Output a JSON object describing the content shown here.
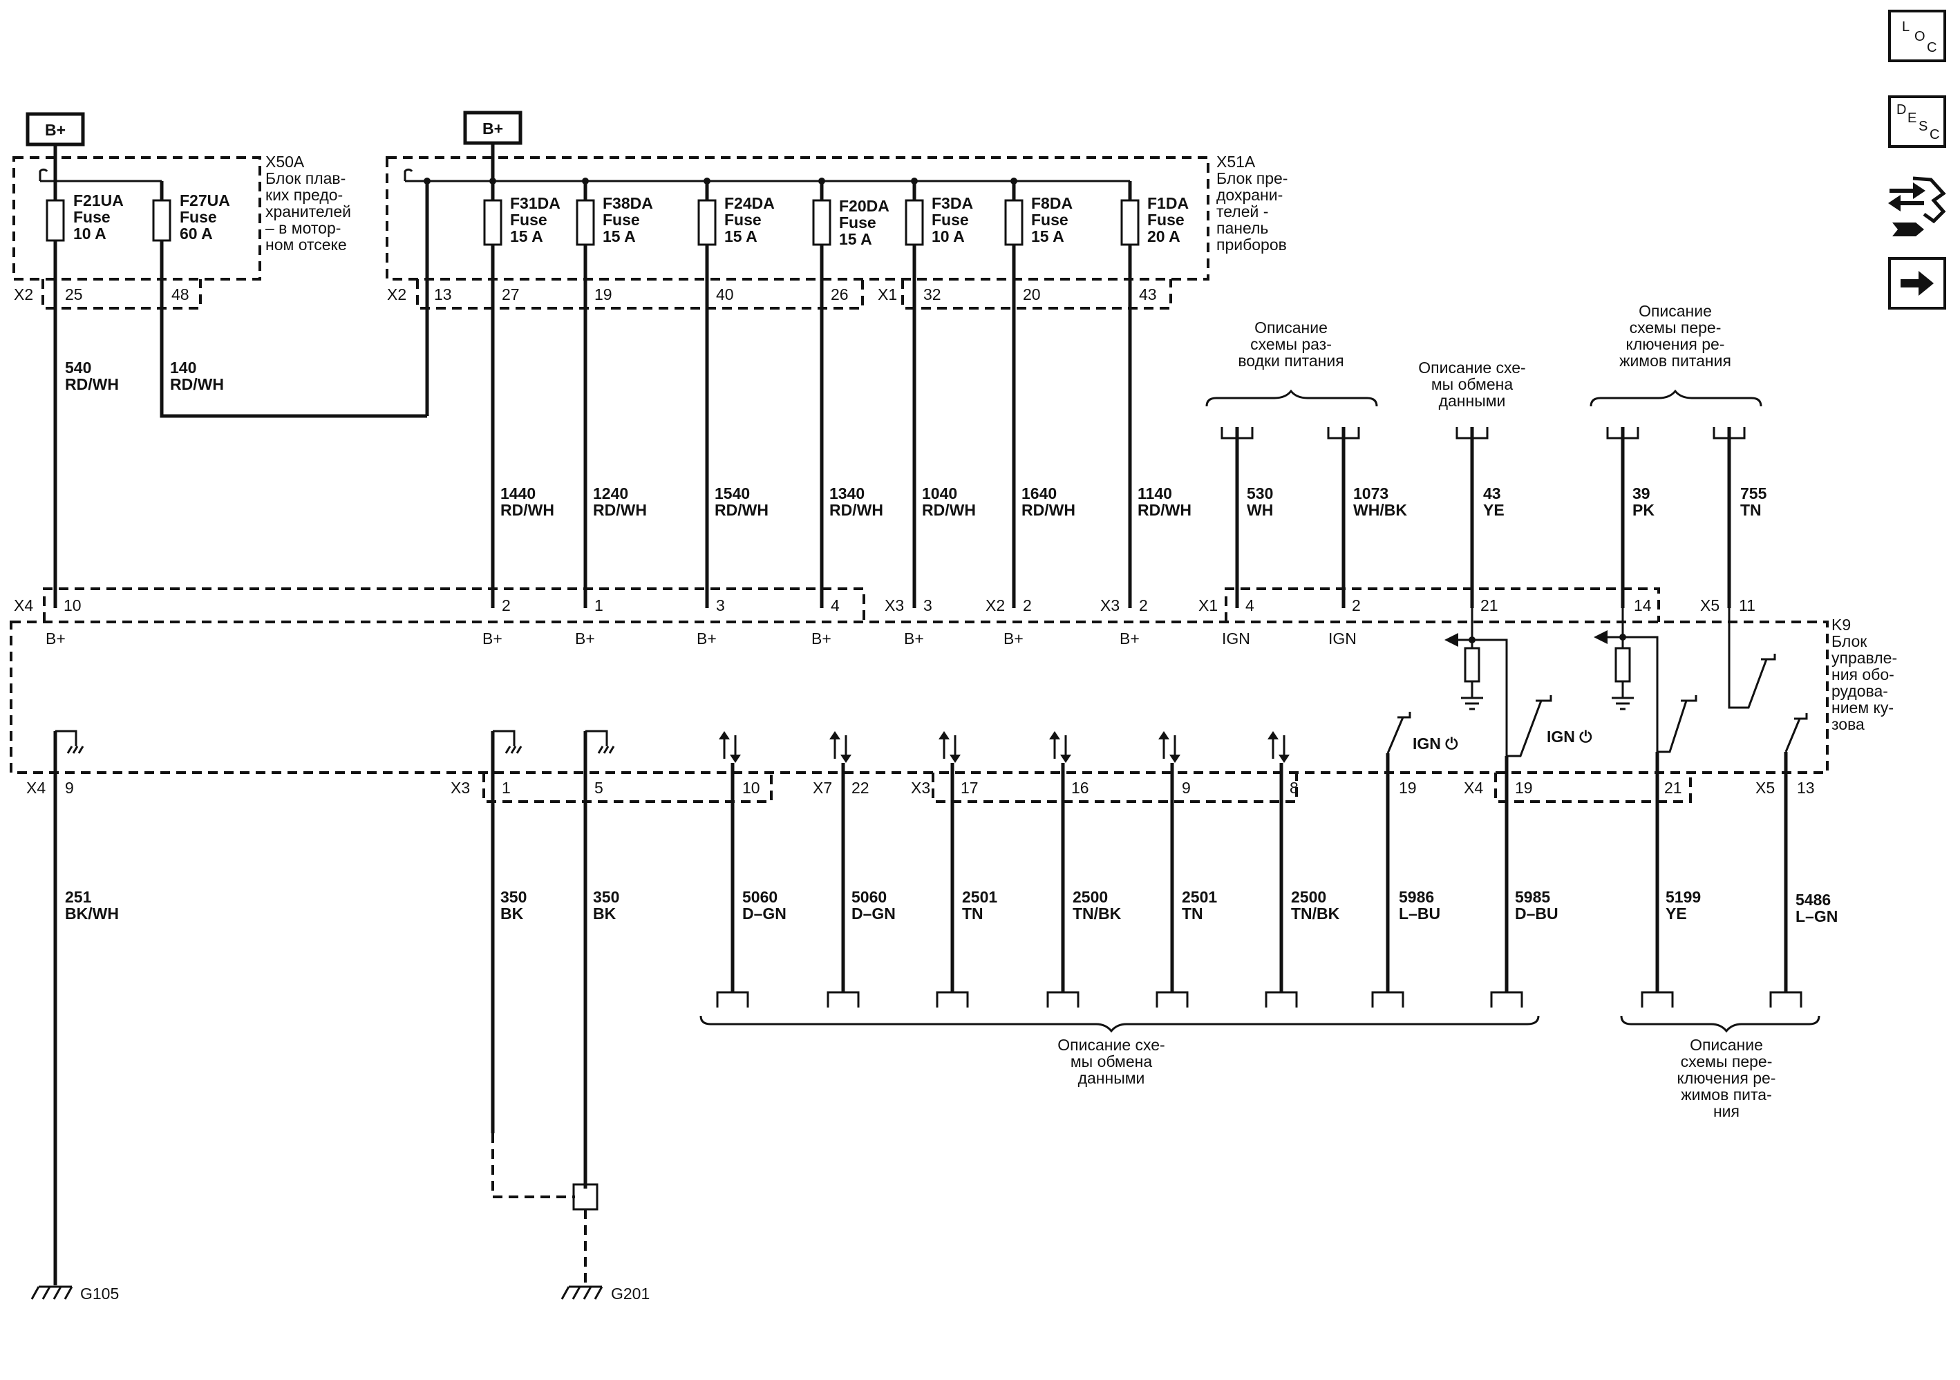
{
  "nav": {
    "loc": {
      "l1": "L",
      "l2": "O",
      "l3": "C"
    },
    "desc": {
      "l1": "D",
      "l2": "E",
      "l3": "S",
      "l4": "C"
    }
  },
  "power": {
    "b_plus_1": "B+",
    "b_plus_2": "B+"
  },
  "x50a": {
    "id": "X50A",
    "desc": [
      "Блок плав-",
      "ких предо-",
      "хранителей",
      "– в мотор-",
      "ном отсеке"
    ],
    "connector": "X2",
    "fuses": [
      {
        "name": "F21UA",
        "type": "Fuse",
        "rating": "10 A",
        "pin": "25"
      },
      {
        "name": "F27UA",
        "type": "Fuse",
        "rating": "60 A",
        "pin": "48"
      }
    ]
  },
  "x51a": {
    "id": "X51A",
    "desc": [
      "Блок пре-",
      "дохрани-",
      "телей -",
      "панель",
      "приборов"
    ],
    "connector_x2": "X2",
    "connector_x1": "X1",
    "pin_13": "13",
    "fuses": [
      {
        "name": "F31DA",
        "type": "Fuse",
        "rating": "15 A",
        "pin": "27"
      },
      {
        "name": "F38DA",
        "type": "Fuse",
        "rating": "15 A",
        "pin": "19"
      },
      {
        "name": "F24DA",
        "type": "Fuse",
        "rating": "15 A",
        "pin": "40"
      },
      {
        "name": "F20DA",
        "type": "Fuse",
        "rating": "15 A",
        "pin": "26"
      },
      {
        "name": "F3DA",
        "type": "Fuse",
        "rating": "10 A",
        "pin": "32"
      },
      {
        "name": "F8DA",
        "type": "Fuse",
        "rating": "15 A",
        "pin": "20"
      },
      {
        "name": "F1DA",
        "type": "Fuse",
        "rating": "20 A",
        "pin": "43"
      }
    ]
  },
  "upper_wires": [
    {
      "circuit": "540",
      "color": "RD/WH"
    },
    {
      "circuit": "140",
      "color": "RD/WH"
    },
    {
      "circuit": "1440",
      "color": "RD/WH"
    },
    {
      "circuit": "1240",
      "color": "RD/WH"
    },
    {
      "circuit": "1540",
      "color": "RD/WH"
    },
    {
      "circuit": "1340",
      "color": "RD/WH"
    },
    {
      "circuit": "1040",
      "color": "RD/WH"
    },
    {
      "circuit": "1640",
      "color": "RD/WH"
    },
    {
      "circuit": "1140",
      "color": "RD/WH"
    },
    {
      "circuit": "530",
      "color": "WH"
    },
    {
      "circuit": "1073",
      "color": "WH/BK"
    },
    {
      "circuit": "43",
      "color": "YE"
    },
    {
      "circuit": "39",
      "color": "PK"
    },
    {
      "circuit": "755",
      "color": "TN"
    }
  ],
  "refs": {
    "power_distribution": [
      "Описание",
      "схемы раз-",
      "водки питания"
    ],
    "data_comm_top": [
      "Описание схе-",
      "мы обмена",
      "данными"
    ],
    "power_mode_top": [
      "Описание",
      "схемы пере-",
      "ключения ре-",
      "жимов питания"
    ],
    "data_comm_bottom": [
      "Описание схе-",
      "мы обмена",
      "данными"
    ],
    "power_mode_bottom": [
      "Описание",
      "схемы пере-",
      "ключения ре-",
      "жимов пита-",
      "ния"
    ]
  },
  "k9": {
    "id": "K9",
    "desc": [
      "Блок",
      "управле-",
      "ния обо-",
      "рудова-",
      "нием ку-",
      "зова"
    ],
    "top_conn": {
      "x4": "X4",
      "x3a": "X3",
      "x2": "X2",
      "x3b": "X3",
      "x1": "X1",
      "x5": "X5"
    },
    "top_pins": [
      "10",
      "2",
      "1",
      "3",
      "4",
      "3",
      "2",
      "2",
      "4",
      "2",
      "21",
      "14",
      "11"
    ],
    "top_labels": [
      "B+",
      "B+",
      "B+",
      "B+",
      "B+",
      "B+",
      "B+",
      "B+",
      "IGN",
      "IGN"
    ],
    "ign_symbol": [
      "IGN ⏻",
      "IGN ⏻"
    ],
    "bottom_conn": {
      "x4a": "X4",
      "x3a": "X3",
      "x7": "X7",
      "x3b": "X3",
      "x4b": "X4",
      "x5": "X5"
    },
    "bottom_pins": [
      "9",
      "1",
      "5",
      "10",
      "22",
      "17",
      "16",
      "9",
      "8",
      "19",
      "19",
      "21",
      "13"
    ]
  },
  "lower_wires": [
    {
      "circuit": "251",
      "color": "BK/WH"
    },
    {
      "circuit": "350",
      "color": "BK"
    },
    {
      "circuit": "350",
      "color": "BK"
    },
    {
      "circuit": "5060",
      "color": "D–GN"
    },
    {
      "circuit": "5060",
      "color": "D–GN"
    },
    {
      "circuit": "2501",
      "color": "TN"
    },
    {
      "circuit": "2500",
      "color": "TN/BK"
    },
    {
      "circuit": "2501",
      "color": "TN"
    },
    {
      "circuit": "2500",
      "color": "TN/BK"
    },
    {
      "circuit": "5986",
      "color": "L–BU"
    },
    {
      "circuit": "5985",
      "color": "D–BU"
    },
    {
      "circuit": "5199",
      "color": "YE"
    },
    {
      "circuit": "5486",
      "color": "L–GN"
    }
  ],
  "grounds": {
    "g105": "G105",
    "g201": "G201"
  }
}
